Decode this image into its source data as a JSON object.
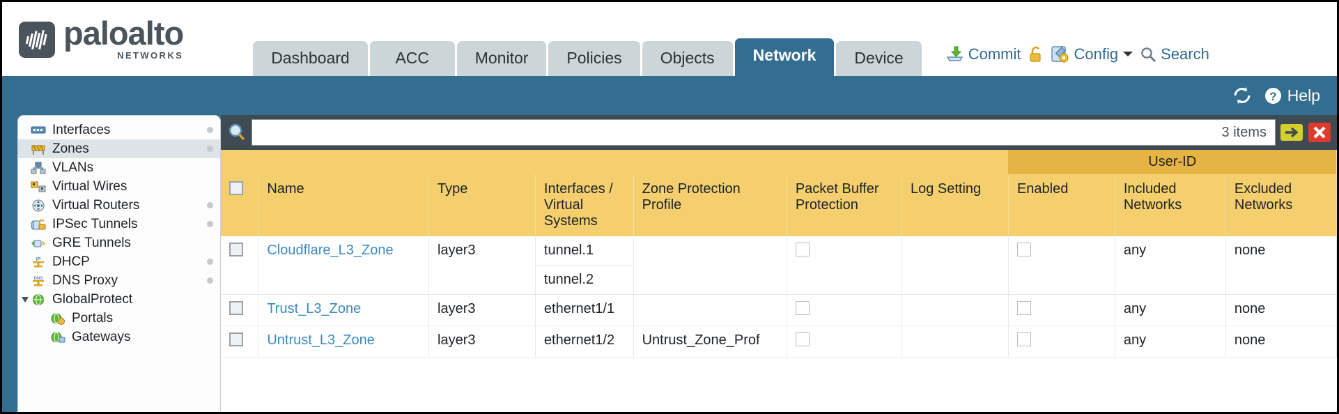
{
  "brand": {
    "name": "paloalto",
    "sub": "NETWORKS",
    "logo_icon": "paloalto-logo-icon"
  },
  "tabs": [
    {
      "label": "Dashboard",
      "active": false
    },
    {
      "label": "ACC",
      "active": false
    },
    {
      "label": "Monitor",
      "active": false
    },
    {
      "label": "Policies",
      "active": false
    },
    {
      "label": "Objects",
      "active": false
    },
    {
      "label": "Network",
      "active": true
    },
    {
      "label": "Device",
      "active": false
    }
  ],
  "utilities": {
    "commit": "Commit",
    "lock_icon": "padlock-icon",
    "config": "Config",
    "search": "Search"
  },
  "bluebar": {
    "refresh_icon": "refresh-icon",
    "help": "Help"
  },
  "sidebar": {
    "items": [
      {
        "label": "Interfaces",
        "icon": "interfaces-icon",
        "selected": false,
        "dot": true,
        "child": false,
        "expander": false
      },
      {
        "label": "Zones",
        "icon": "zones-icon",
        "selected": true,
        "dot": true,
        "child": false,
        "expander": false
      },
      {
        "label": "VLANs",
        "icon": "vlans-icon",
        "selected": false,
        "dot": false,
        "child": false,
        "expander": false
      },
      {
        "label": "Virtual Wires",
        "icon": "virtual-wires-icon",
        "selected": false,
        "dot": false,
        "child": false,
        "expander": false
      },
      {
        "label": "Virtual Routers",
        "icon": "virtual-routers-icon",
        "selected": false,
        "dot": true,
        "child": false,
        "expander": false
      },
      {
        "label": "IPSec Tunnels",
        "icon": "ipsec-tunnels-icon",
        "selected": false,
        "dot": true,
        "child": false,
        "expander": false
      },
      {
        "label": "GRE Tunnels",
        "icon": "gre-tunnels-icon",
        "selected": false,
        "dot": false,
        "child": false,
        "expander": false
      },
      {
        "label": "DHCP",
        "icon": "dhcp-icon",
        "selected": false,
        "dot": true,
        "child": false,
        "expander": false
      },
      {
        "label": "DNS Proxy",
        "icon": "dns-proxy-icon",
        "selected": false,
        "dot": true,
        "child": false,
        "expander": false
      },
      {
        "label": "GlobalProtect",
        "icon": "globalprotect-icon",
        "selected": false,
        "dot": false,
        "child": false,
        "expander": true
      },
      {
        "label": "Portals",
        "icon": "portals-icon",
        "selected": false,
        "dot": false,
        "child": true,
        "expander": false
      },
      {
        "label": "Gateways",
        "icon": "gateways-icon",
        "selected": false,
        "dot": false,
        "child": true,
        "expander": false
      }
    ]
  },
  "search": {
    "icon": "search-magnifier-icon",
    "value": "",
    "placeholder": "",
    "items_count": "3 items",
    "apply_icon": "apply-arrow-icon",
    "clear_icon": "clear-x-icon"
  },
  "table": {
    "group_header": "User-ID",
    "columns": [
      "Name",
      "Type",
      "Interfaces / Virtual Systems",
      "Zone Protection Profile",
      "Packet Buffer Protection",
      "Log Setting",
      "Enabled",
      "Included Networks",
      "Excluded Networks"
    ],
    "rows": [
      {
        "selected": false,
        "name": "Cloudflare_L3_Zone",
        "type": "layer3",
        "interfaces": [
          "tunnel.1",
          "tunnel.2"
        ],
        "zone_protection_profile": "",
        "packet_buffer_protection": false,
        "log_setting": "",
        "user_id_enabled": false,
        "included_networks": "any",
        "excluded_networks": "none"
      },
      {
        "selected": false,
        "name": "Trust_L3_Zone",
        "type": "layer3",
        "interfaces": [
          "ethernet1/1"
        ],
        "zone_protection_profile": "",
        "packet_buffer_protection": false,
        "log_setting": "",
        "user_id_enabled": false,
        "included_networks": "any",
        "excluded_networks": "none"
      },
      {
        "selected": false,
        "name": "Untrust_L3_Zone",
        "type": "layer3",
        "interfaces": [
          "ethernet1/2"
        ],
        "zone_protection_profile": "Untrust_Zone_Prof",
        "packet_buffer_protection": false,
        "log_setting": "",
        "user_id_enabled": false,
        "included_networks": "any",
        "excluded_networks": "none"
      }
    ]
  },
  "colors": {
    "brand_dark": "#4a545c",
    "header_blue": "#336d90",
    "panel_dark": "#3f4a52",
    "table_header_gold": "#f5cf6e",
    "group_header_gold": "#e5b445",
    "link_blue": "#3b89bd",
    "tab_inactive": "#ccd5d8"
  }
}
